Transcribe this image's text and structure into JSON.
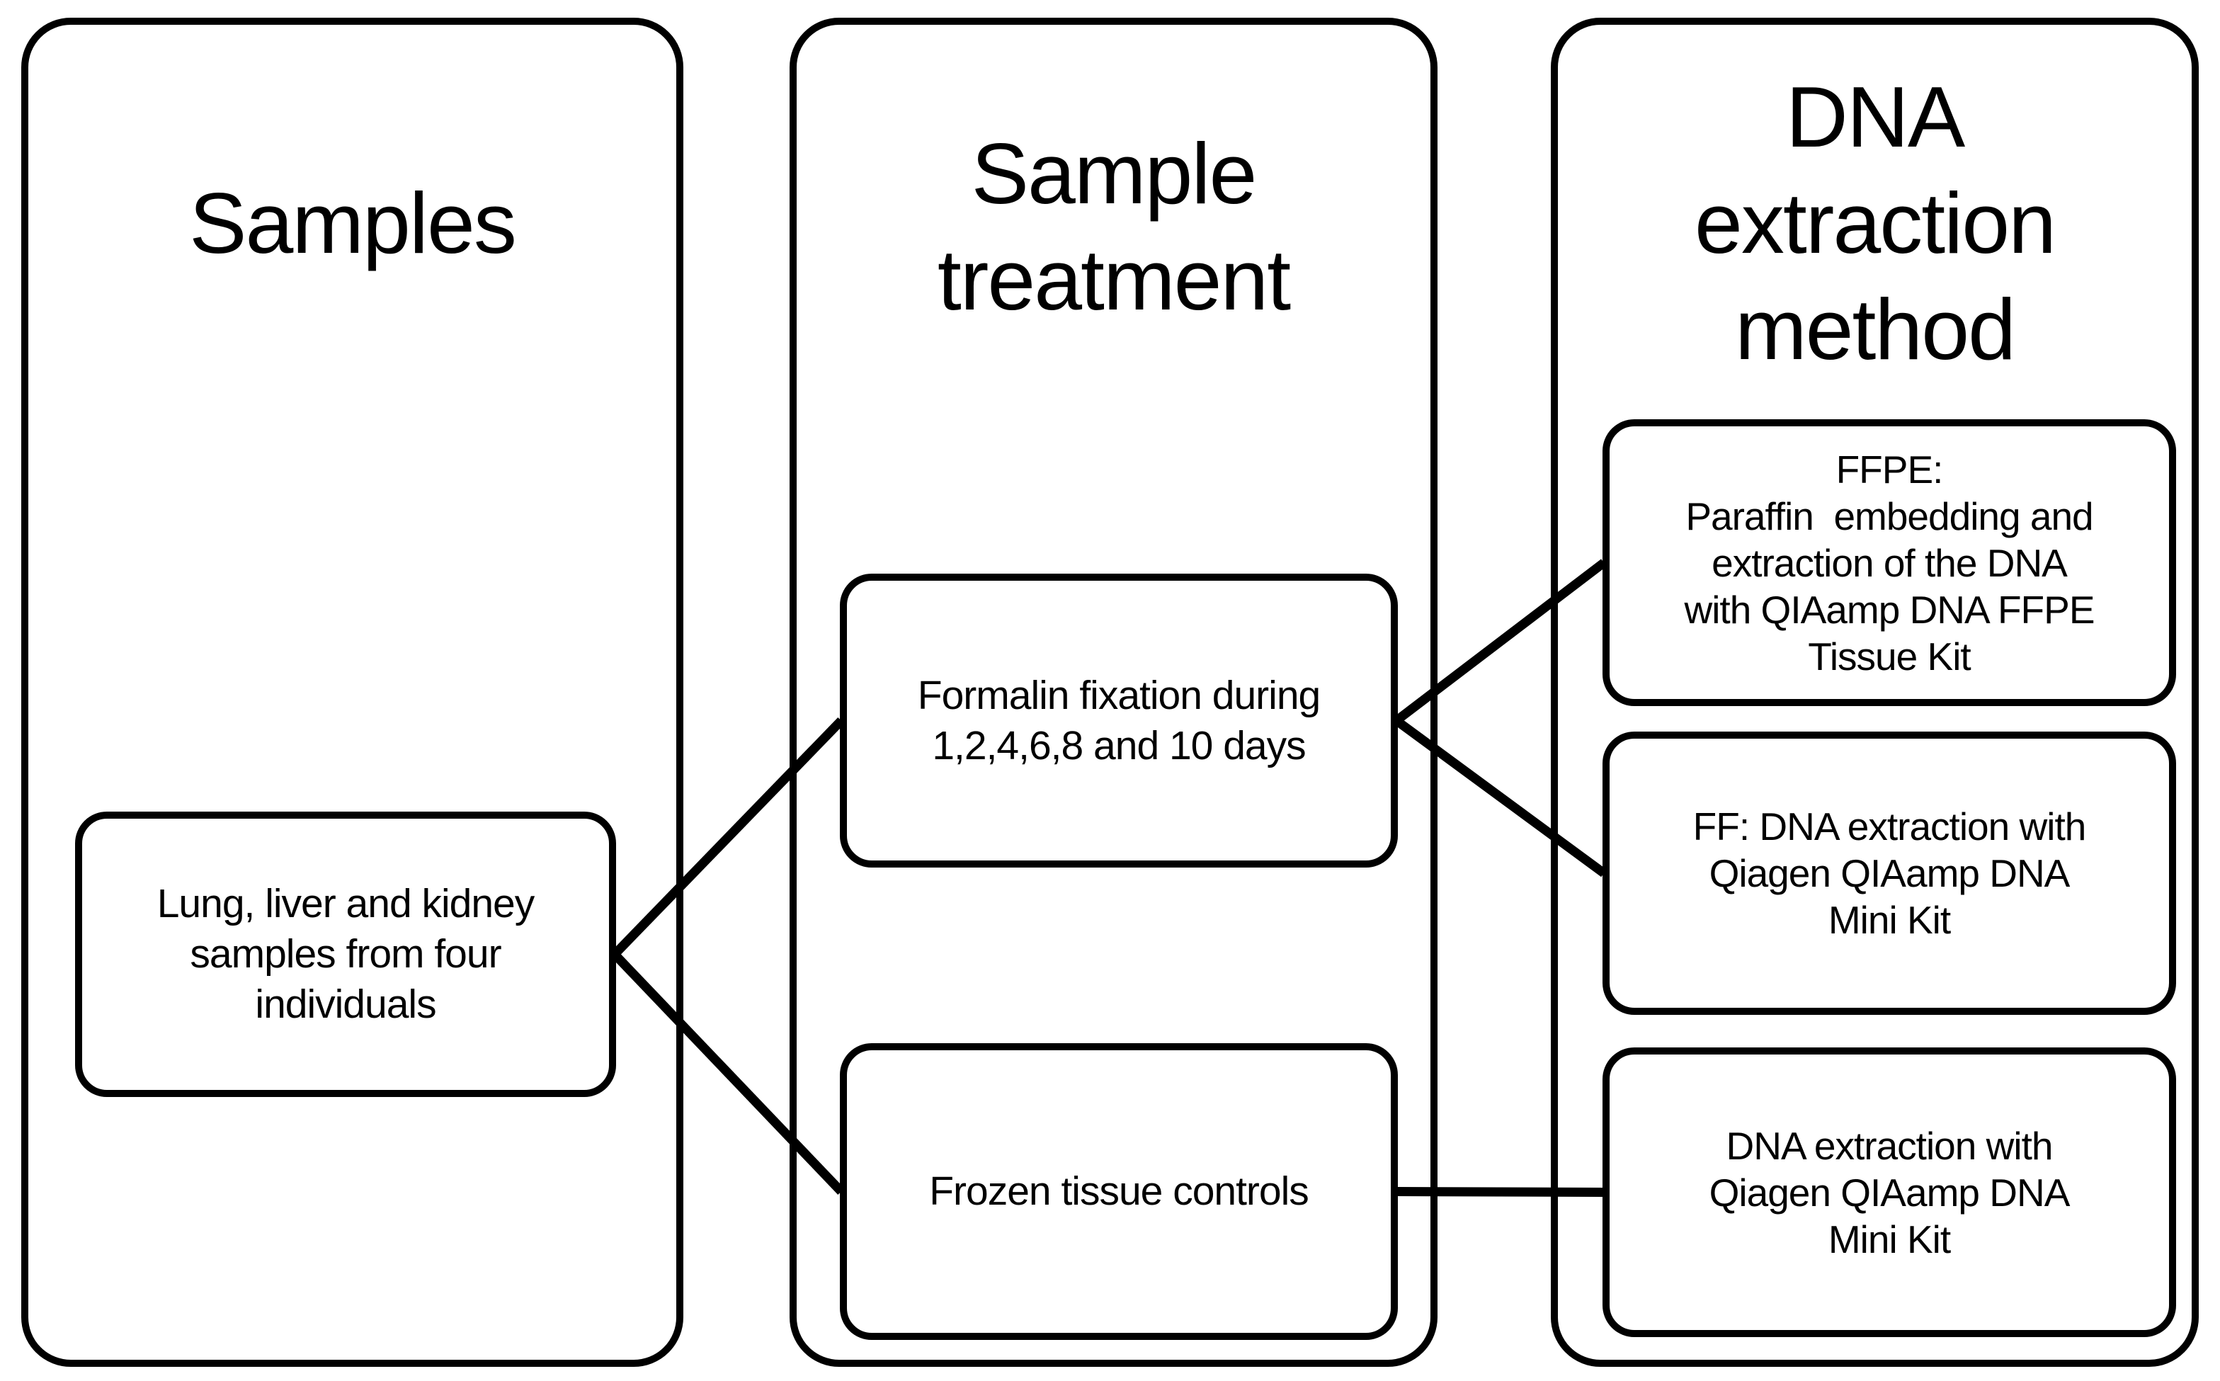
{
  "diagram": {
    "colors": {
      "line": "#000000",
      "border": "#000000",
      "background": "#ffffff",
      "text": "#000000"
    },
    "columns": [
      {
        "title": "Samples"
      },
      {
        "title": "Sample\ntreatment"
      },
      {
        "title": "DNA\nextraction\nmethod"
      }
    ],
    "boxes": {
      "samples": "Lung, liver and kidney\nsamples from four\nindividuals",
      "formalin": "Formalin fixation during\n1,2,4,6,8 and 10 days",
      "frozen": "Frozen tissue controls",
      "ffpe": "FFPE:\nParaffin  embedding and\nextraction of the DNA\nwith QIAamp DNA FFPE\nTissue Kit",
      "ff": "FF: DNA extraction with\nQiagen QIAamp DNA\nMini Kit",
      "minikit": "DNA extraction with\nQiagen QIAamp DNA\nMini Kit"
    },
    "connections": [
      {
        "from": "box-samples",
        "to": "box-formalin"
      },
      {
        "from": "box-samples",
        "to": "box-frozen"
      },
      {
        "from": "box-formalin",
        "to": "box-ffpe"
      },
      {
        "from": "box-formalin",
        "to": "box-ff"
      },
      {
        "from": "box-frozen",
        "to": "box-minikit"
      }
    ],
    "connector_stroke_width": 13
  }
}
